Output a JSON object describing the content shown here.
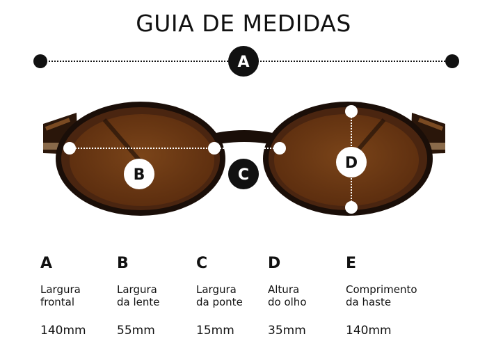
{
  "title": "GUIA DE MEDIDAS",
  "markers": {
    "a": "A",
    "b": "B",
    "c": "C",
    "d": "D"
  },
  "colors": {
    "frame": "#1a0e08",
    "tortoise": "#5a2f12",
    "lens": "#6b3a17",
    "marker_dark": "#111111",
    "marker_light": "#ffffff"
  },
  "measures": [
    {
      "letter": "A",
      "label": "Largura\nfrontal",
      "value": "140mm"
    },
    {
      "letter": "B",
      "label": "Largura\nda lente",
      "value": "55mm"
    },
    {
      "letter": "C",
      "label": "Largura\nda ponte",
      "value": "15mm"
    },
    {
      "letter": "D",
      "label": "Altura\ndo olho",
      "value": "35mm"
    },
    {
      "letter": "E",
      "label": "Comprimento\nda haste",
      "value": "140mm"
    }
  ]
}
